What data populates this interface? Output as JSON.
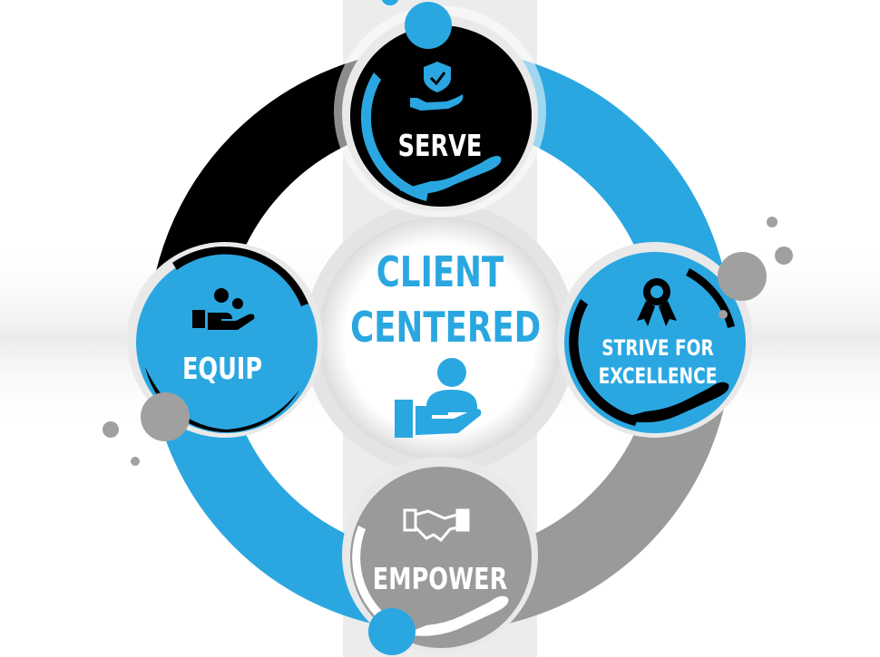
{
  "diagram": {
    "center": {
      "title_line1": "CLIENT",
      "title_line2": "CENTERED",
      "icon": "person-hand-icon"
    },
    "nodes": [
      {
        "id": "serve",
        "label": "SERVE",
        "icon": "shield-check-hand-icon",
        "color": "#000000"
      },
      {
        "id": "strive",
        "label_line1": "STRIVE FOR",
        "label_line2": "EXCELLENCE",
        "icon": "award-ribbon-icon",
        "color": "#2aa7e0"
      },
      {
        "id": "empower",
        "label": "EMPOWER",
        "icon": "handshake-icon",
        "color": "#9a9a9a"
      },
      {
        "id": "equip",
        "label": "EQUIP",
        "icon": "gears-hand-icon",
        "color": "#2aa7e0"
      }
    ],
    "colors": {
      "blue": "#2aa7e0",
      "black": "#000000",
      "gray": "#9a9a9a",
      "light_gray": "#e6e6e6"
    }
  }
}
